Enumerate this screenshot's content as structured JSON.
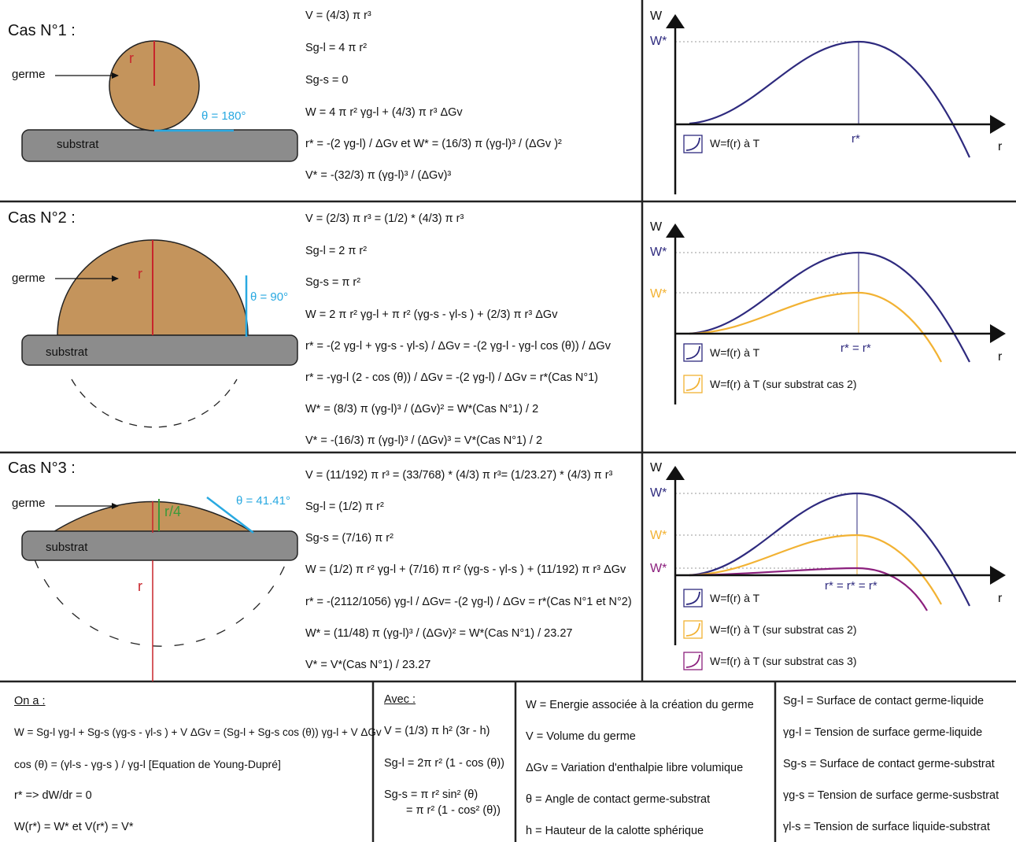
{
  "cases": [
    {
      "title": "Cas N°1 :",
      "germe": "germe",
      "r": "r",
      "angle": "θ = 180°",
      "substrat": "substrat",
      "formulas": [
        "V = (4/3) π r³",
        "Sg-l = 4 π r²",
        "Sg-s = 0",
        "W = 4 π r² γg-l + (4/3) π r³ ΔGv",
        "r* = -(2 γg-l) / ΔGv        et    W* = (16/3) π (γg-l)³ / (ΔGv )²",
        "V* =  -(32/3) π (γg-l)³ / (ΔGv)³"
      ],
      "graph": {
        "y_axis": "W",
        "x_axis": "r",
        "wstar": [
          "W*"
        ],
        "rstar": "r*",
        "legend": [
          "W=f(r) à T"
        ]
      }
    },
    {
      "title": "Cas N°2 :",
      "germe": "germe",
      "r": "r",
      "angle": "θ = 90°",
      "substrat": "substrat",
      "formulas": [
        "V = (2/3) π r³ = (1/2) * (4/3) π r³",
        "Sg-l = 2 π r²",
        "Sg-s =  π r²",
        "W = 2 π r² γg-l + π r² (γg-s - γl-s ) + (2/3) π r³ ΔGv",
        "r* = -(2 γg-l + γg-s - γl-s) / ΔGv = -(2 γg-l - γg-l cos (θ)) / ΔGv",
        "r* = -γg-l (2 - cos (θ)) / ΔGv =  -(2 γg-l) / ΔGv = r*(Cas N°1)",
        "W* =  (8/3) π (γg-l)³ / (ΔGv)² = W*(Cas N°1) / 2",
        "V* =  -(16/3) π (γg-l)³ / (ΔGv)³ = V*(Cas N°1) / 2"
      ],
      "graph": {
        "y_axis": "W",
        "x_axis": "r",
        "wstar": [
          "W*",
          "W*"
        ],
        "rstar": "r* = r*",
        "legend": [
          "W=f(r) à T",
          "W=f(r) à T (sur substrat cas 2)"
        ]
      }
    },
    {
      "title": "Cas N°3 :",
      "germe": "germe",
      "r": "r",
      "r4": "r/4",
      "angle": "θ = 41.41°",
      "substrat": "substrat",
      "formulas": [
        "V = (11/192) π r³ = (33/768) * (4/3) π r³= (1/23.27) * (4/3) π r³",
        "Sg-l = (1/2) π r²",
        "Sg-s = (7/16) π r²",
        "W = (1/2) π r² γg-l + (7/16) π r² (γg-s - γl-s ) + (11/192) π r³ ΔGv",
        "r* = -(2112/1056) γg-l / ΔGv= -(2 γg-l) / ΔGv = r*(Cas N°1 et N°2)",
        "W* =  (11/48) π (γg-l)³ / (ΔGv)² = W*(Cas N°1) / 23.27",
        "V* =  V*(Cas N°1) / 23.27"
      ],
      "graph": {
        "y_axis": "W",
        "x_axis": "r",
        "wstar": [
          "W*",
          "W*",
          "W*"
        ],
        "rstar": "r* = r* = r*",
        "legend": [
          "W=f(r) à T",
          "W=f(r) à T (sur substrat cas 2)",
          "W=f(r) à T (sur substrat cas 3)"
        ]
      }
    }
  ],
  "bottom": {
    "ona_title": "On a :",
    "ona": [
      "W = Sg-l γg-l + Sg-s (γg-s - γl-s ) + V ΔGv = (Sg-l + Sg-s cos (θ)) γg-l + V ΔGv",
      "cos (θ) = (γl-s - γg-s ) / γg-l  [Equation de Young-Dupré]",
      "r* => dW/dr = 0",
      "W(r*) = W*  et  V(r*) = V*"
    ],
    "avec_title": "Avec :",
    "avec": [
      "V = (1/3) π h² (3r - h)",
      "Sg-l = 2π r² (1 - cos (θ))",
      "Sg-s = π r²  sin² (θ)",
      "= π r²  (1 - cos² (θ))"
    ],
    "defs1": [
      "W = Energie associée à la création du germe",
      "V = Volume du germe",
      "ΔGv = Variation d'enthalpie libre volumique",
      "θ = Angle de contact germe-substrat",
      "h = Hauteur de la calotte sphérique"
    ],
    "defs2": [
      "Sg-l = Surface de contact germe-liquide",
      "γg-l = Tension de surface germe-liquide",
      "Sg-s = Surface de contact germe-substrat",
      "γg-s = Tension de surface germe-susbstrat",
      "γl-s = Tension de surface liquide-substrat"
    ]
  },
  "colors": {
    "germe": "#c4945c",
    "substrat": "#8c8c8c",
    "radius": "#c8252c",
    "angle": "#29a9e1",
    "r4": "#3b9a3b",
    "curve1": "#2e2a7e",
    "curve2": "#f2b233",
    "curve3": "#8b1f7d"
  }
}
